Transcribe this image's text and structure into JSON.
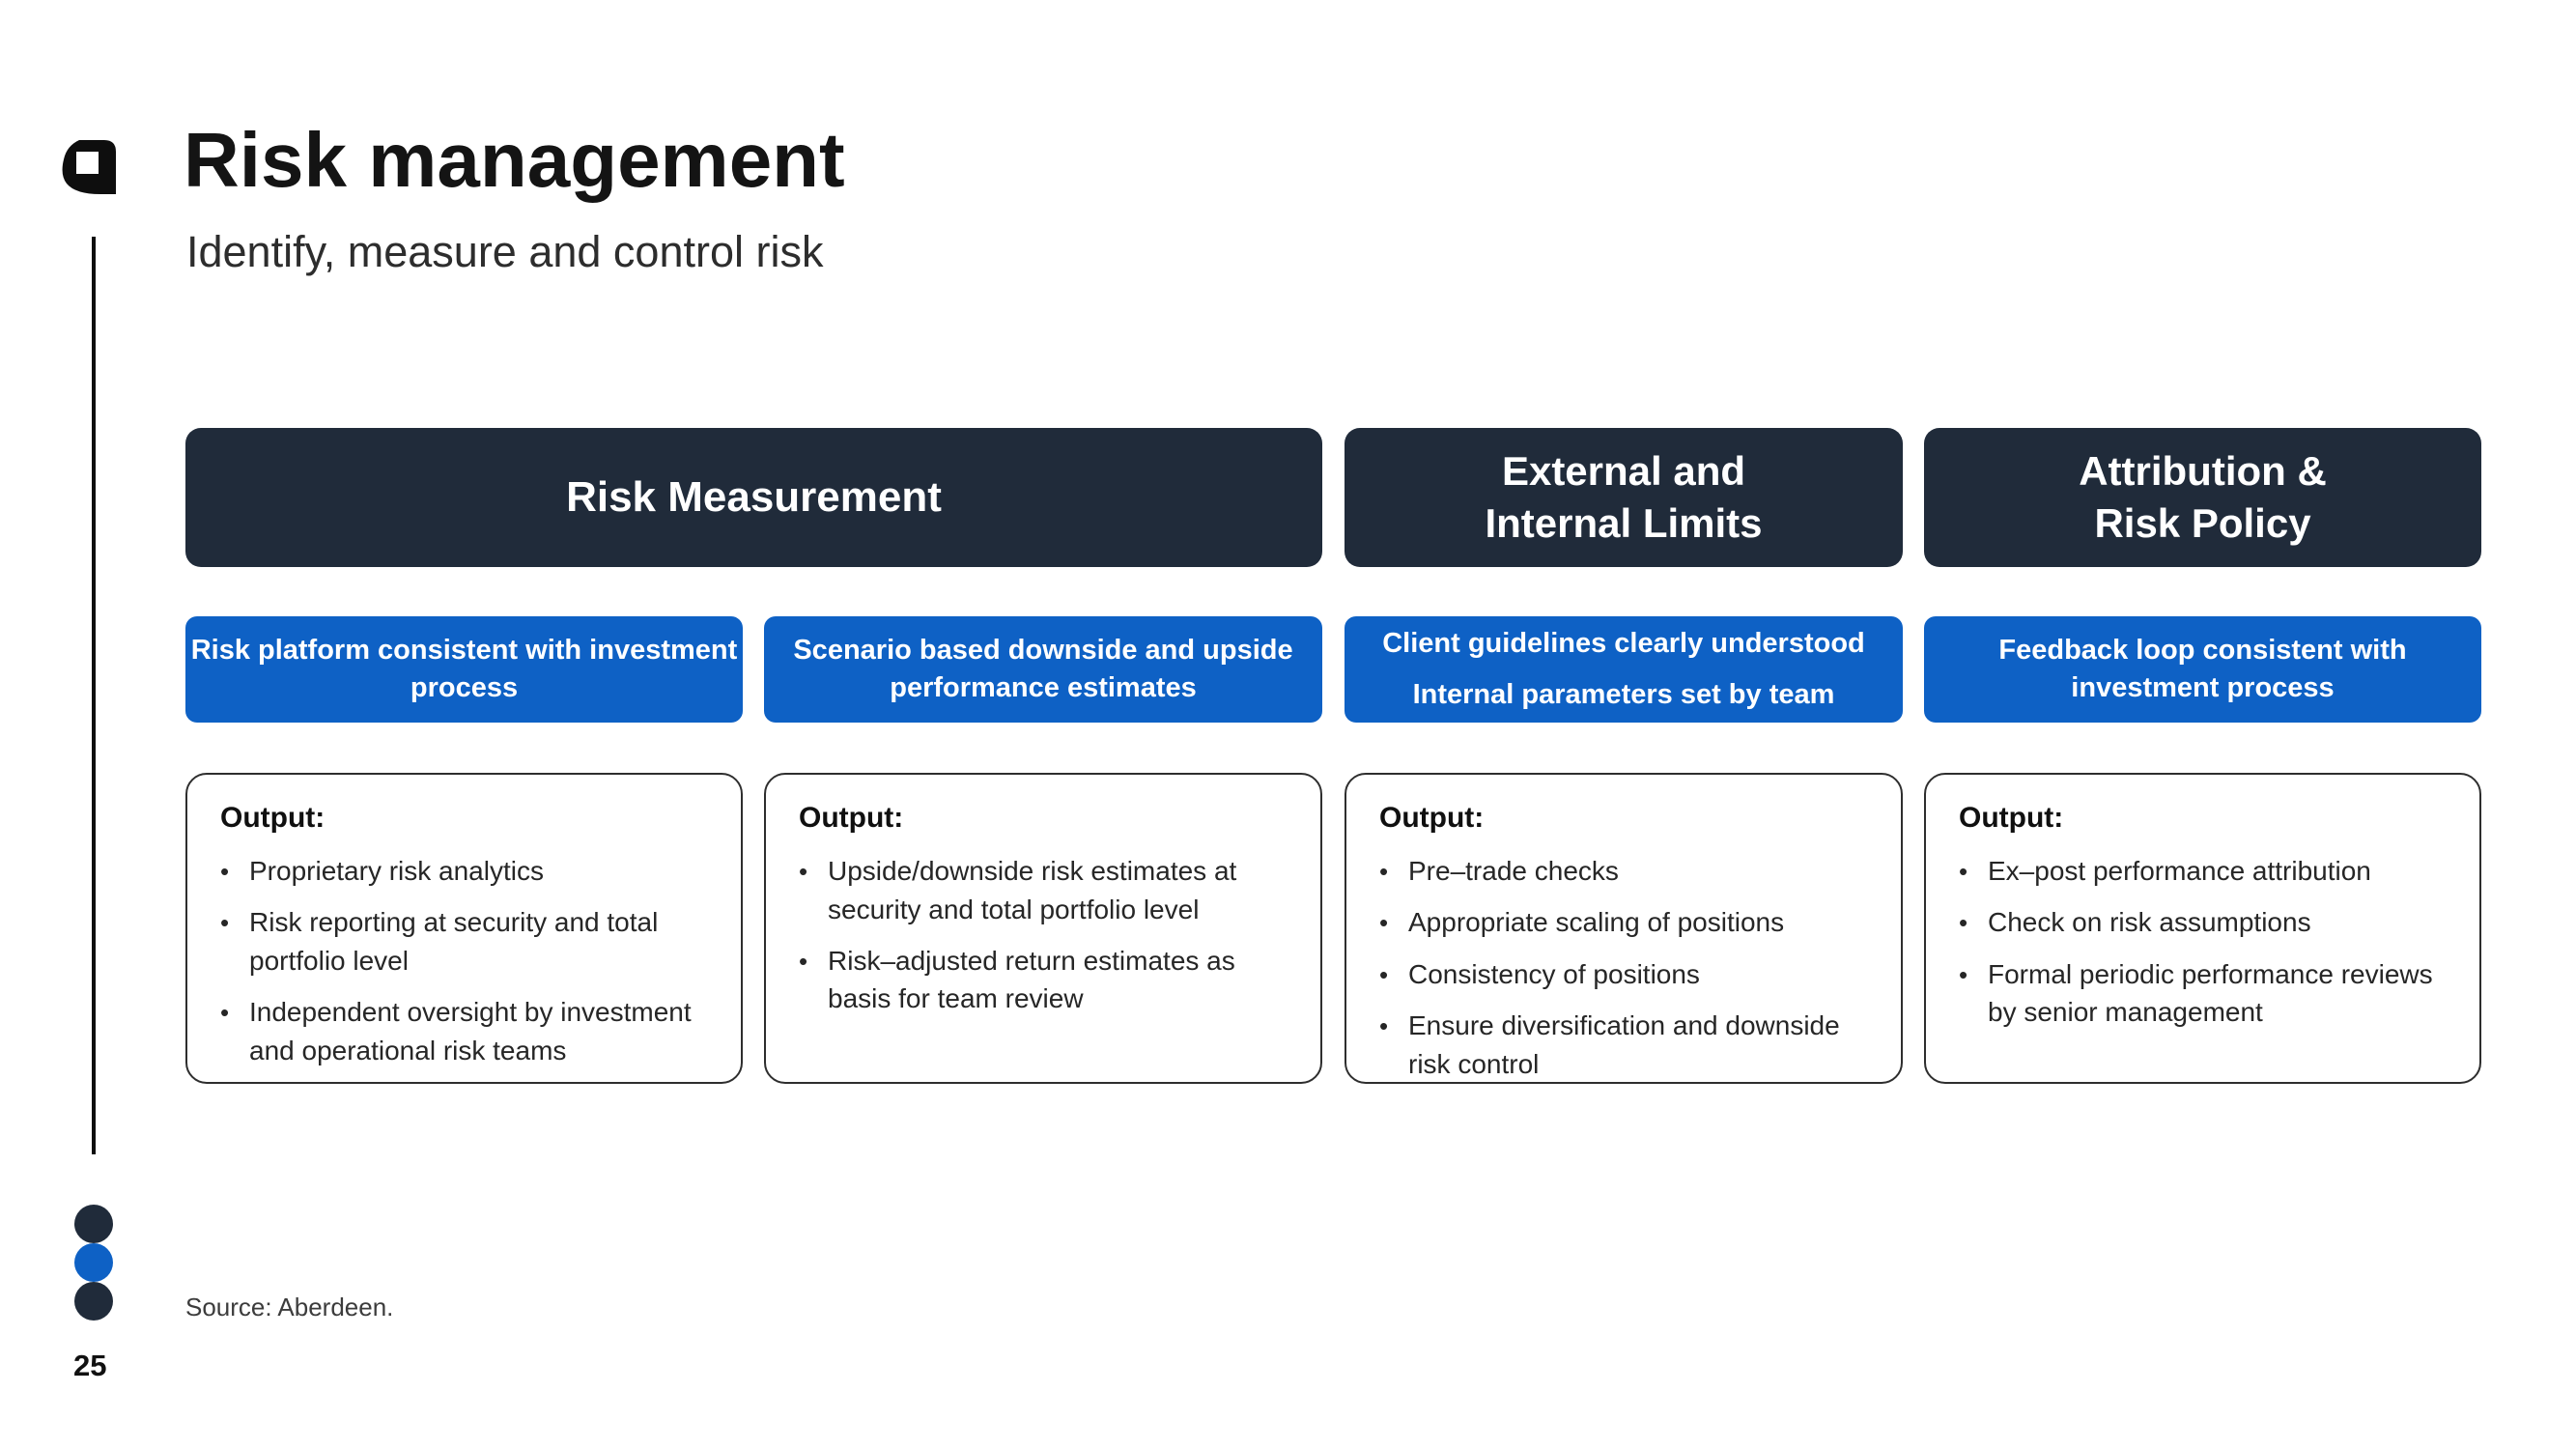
{
  "slide": {
    "title": "Risk management",
    "subtitle": "Identify, measure and control risk",
    "source_note": "Source: Aberdeen.",
    "page_number": "25",
    "logo": "aberdeen-a-logo"
  },
  "colors": {
    "navy": "#202b3a",
    "blue": "#0e61c5",
    "background": "#ffffff"
  },
  "stage_headers": [
    {
      "lines": [
        "Risk Measurement",
        ""
      ]
    },
    {
      "lines": [
        "External and",
        "Internal Limits"
      ]
    },
    {
      "lines": [
        "Attribution &",
        "Risk Policy"
      ]
    }
  ],
  "pills": [
    {
      "lines": [
        "Risk platform consistent with investment",
        "process"
      ]
    },
    {
      "lines": [
        "Scenario based downside and upside",
        "performance estimates"
      ]
    },
    {
      "lines": [
        "Client guidelines clearly understood",
        "Internal parameters set by team"
      ]
    },
    {
      "lines": [
        "Feedback loop consistent with",
        "investment process"
      ]
    }
  ],
  "outputs": [
    {
      "heading": "Output:",
      "bullet_marker": "•",
      "bullets": [
        "Proprietary risk analytics",
        "Risk reporting at security and total portfolio level",
        "Independent oversight by investment and operational risk teams"
      ]
    },
    {
      "heading": "Output:",
      "bullet_marker": "•",
      "bullets": [
        "Upside/downside risk estimates at security and total portfolio level",
        "Risk–adjusted return estimates as basis for team review"
      ]
    },
    {
      "heading": "Output:",
      "bullet_marker": "•",
      "bullets": [
        "Pre–trade checks",
        "Appropriate scaling of positions",
        "Consistency of positions",
        "Ensure diversification and downside risk control"
      ]
    },
    {
      "heading": "Output:",
      "bullet_marker": "•",
      "bullets": [
        "Ex–post performance attribution",
        "Check on risk assumptions",
        "Formal periodic performance reviews by senior management"
      ]
    }
  ]
}
